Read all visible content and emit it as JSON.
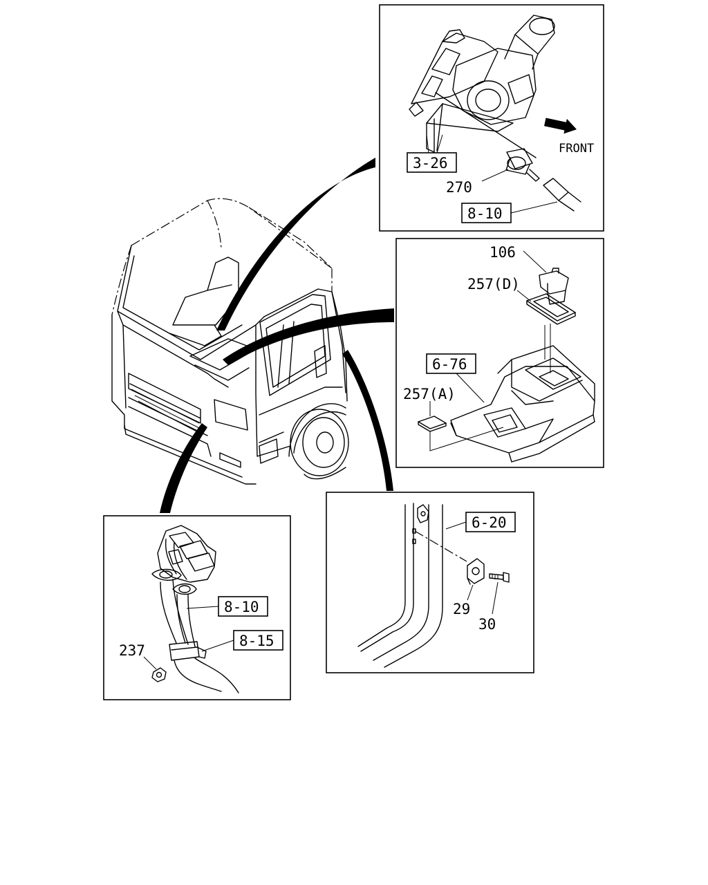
{
  "diagram": {
    "panels": {
      "top_right": {
        "refs": [
          "3-26",
          "8-10"
        ],
        "parts": [
          "270"
        ],
        "direction_label": "FRONT"
      },
      "middle_right": {
        "refs": [
          "6-76"
        ],
        "parts": [
          "106",
          "257(D)",
          "257(A)"
        ]
      },
      "bottom_left": {
        "refs": [
          "8-10",
          "8-15"
        ],
        "parts": [
          "237"
        ]
      },
      "bottom_right": {
        "refs": [
          "6-20"
        ],
        "parts": [
          "29",
          "30"
        ]
      }
    }
  }
}
